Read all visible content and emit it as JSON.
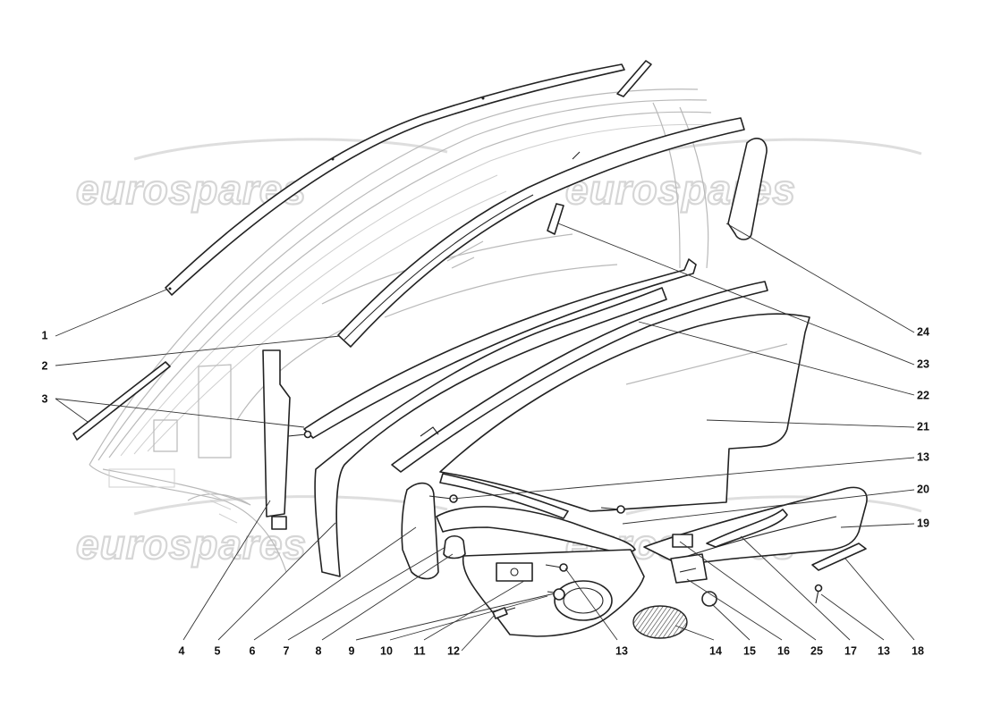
{
  "watermark": {
    "text": "eurospares"
  },
  "callouts": [
    {
      "id": "1",
      "text": "1"
    },
    {
      "id": "2",
      "text": "2"
    },
    {
      "id": "3",
      "text": "3"
    },
    {
      "id": "4",
      "text": "4"
    },
    {
      "id": "5",
      "text": "5"
    },
    {
      "id": "6",
      "text": "6"
    },
    {
      "id": "7",
      "text": "7"
    },
    {
      "id": "8",
      "text": "8"
    },
    {
      "id": "9",
      "text": "9"
    },
    {
      "id": "10",
      "text": "10"
    },
    {
      "id": "11",
      "text": "11"
    },
    {
      "id": "12",
      "text": "12"
    },
    {
      "id": "13a",
      "text": "13"
    },
    {
      "id": "14",
      "text": "14"
    },
    {
      "id": "15",
      "text": "15"
    },
    {
      "id": "16",
      "text": "16"
    },
    {
      "id": "25",
      "text": "25"
    },
    {
      "id": "17",
      "text": "17"
    },
    {
      "id": "13b",
      "text": "13"
    },
    {
      "id": "18",
      "text": "18"
    },
    {
      "id": "13c",
      "text": "13"
    },
    {
      "id": "20",
      "text": "20"
    },
    {
      "id": "19",
      "text": "19"
    },
    {
      "id": "21",
      "text": "21"
    },
    {
      "id": "22",
      "text": "22"
    },
    {
      "id": "23",
      "text": "23"
    },
    {
      "id": "24",
      "text": "24"
    }
  ]
}
